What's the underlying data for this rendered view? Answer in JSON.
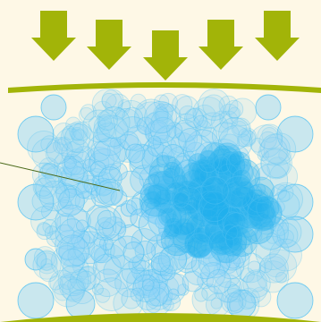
{
  "diagram": {
    "background_color": "#fef8e6",
    "arrow_color": "#a2b408",
    "plate_color": "#a2b408",
    "bubble_fill": "#8fd4f7",
    "bubble_stroke": "#4fc0f2",
    "core_fill": "#1fb0ec",
    "pointer_color": "#4a6a1a",
    "arrow_count": 6,
    "elements": [
      "pressure-arrows",
      "top-plate",
      "bottom-plate",
      "bubble-cluster",
      "pointer-line"
    ]
  }
}
